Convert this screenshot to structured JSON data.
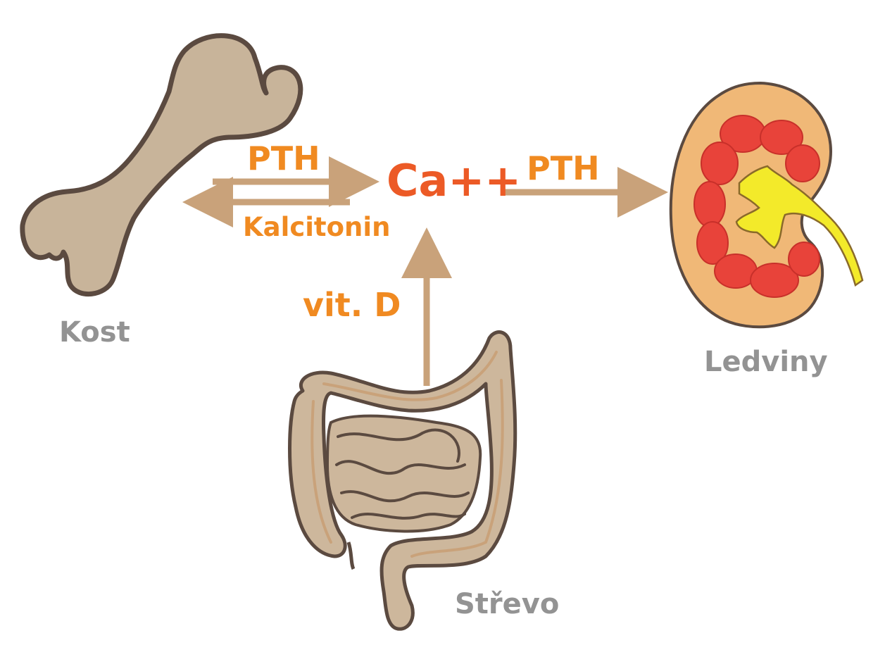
{
  "organs": {
    "bone": "Kost",
    "kidney": "Ledviny",
    "intestine": "Střevo"
  },
  "hormones": {
    "pth_bone": "PTH",
    "calcitonin": "Kalcitonin",
    "pth_kidney": "PTH",
    "vitamin_d": "vit. D"
  },
  "center": {
    "ion": "Ca++"
  },
  "colors": {
    "arrow": "#c9a27a",
    "hormone_text": "#f08a21",
    "ion_text": "#ec5a26",
    "organ_label": "#939393",
    "bone_fill": "#c8b49a",
    "outline": "#5b4a40",
    "kidney_fill": "#f0b877",
    "kidney_medulla": "#e8433a",
    "kidney_pelvis": "#f3ea2a",
    "intestine_fill": "#cdb79c"
  }
}
